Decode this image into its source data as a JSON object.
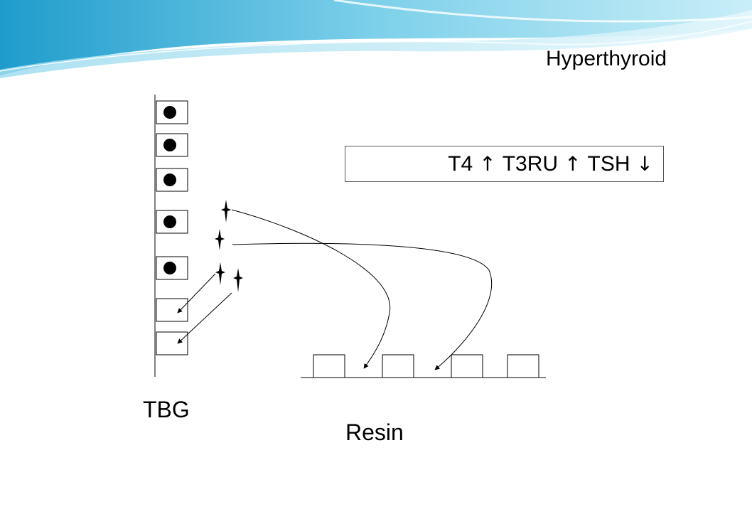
{
  "title": "Hyperthyroid",
  "summary": {
    "t4_label": "T4",
    "t4_arrow": "↑",
    "t3ru_label": "T3RU",
    "t3ru_arrow": "↑",
    "tsh_label": "TSH",
    "tsh_arrow": "↓"
  },
  "tbg": {
    "label": "TBG",
    "slots": [
      {
        "bound": true
      },
      {
        "bound": true
      },
      {
        "bound": true
      },
      {
        "bound": true
      },
      {
        "bound": true
      },
      {
        "bound": false
      },
      {
        "bound": false
      }
    ]
  },
  "resin": {
    "label": "Resin",
    "slot_count": 4
  },
  "icons": {
    "bound_hormone": "filled-circle-icon",
    "free_hormone": "four-point-star-icon"
  },
  "colors": {
    "banner_light": "#bfe7f3",
    "banner_mid": "#6cc4e0",
    "banner_dark": "#2aa3cc",
    "ink": "#000000"
  }
}
